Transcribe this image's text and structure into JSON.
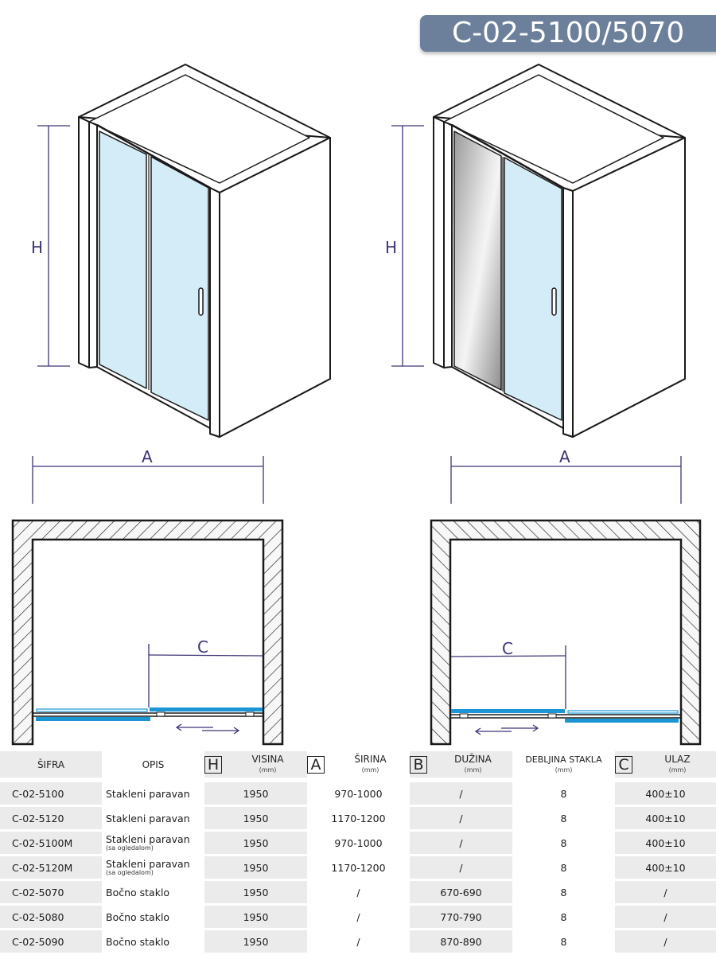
{
  "title": "C-02-5100/5070",
  "colors": {
    "title_badge_bg": "#6c7f9b",
    "glass": "#d4ecf7",
    "glass_plan": "#1a96d4",
    "dimension_line": "#3b3577",
    "table_gray": "#ebebeb"
  },
  "drawings": {
    "left_iso": {
      "height_label": "H",
      "width_label": "A",
      "door_type": "clear glass sliding door"
    },
    "right_iso": {
      "height_label": "H",
      "width_label": "A",
      "door_type": "mirror fixed panel + clear glass sliding door"
    },
    "left_plan": {
      "entry_label": "C",
      "arrow": "slide left/right"
    },
    "right_plan": {
      "entry_label": "C",
      "arrow": "slide left/right"
    }
  },
  "table": {
    "headers": [
      {
        "label": "ŠIFRA",
        "icon": "",
        "unit": ""
      },
      {
        "label": "OPIS",
        "icon": "",
        "unit": ""
      },
      {
        "label": "VISINA",
        "icon": "H",
        "unit": "(mm)"
      },
      {
        "label": "ŠIRINA",
        "icon": "A",
        "unit": "(mm)"
      },
      {
        "label": "DUŽINA",
        "icon": "B",
        "unit": "(mm)"
      },
      {
        "label": "DEBLJINA STAKLA",
        "icon": "",
        "unit": "(mm)"
      },
      {
        "label": "ULAZ",
        "icon": "C",
        "unit": "(mm)"
      }
    ],
    "rows": [
      {
        "sifra": "C-02-5100",
        "opis": "Stakleni paravan",
        "opis_sub": "",
        "visina": "1950",
        "sirina": "970-1000",
        "duzina": "/",
        "debljina": "8",
        "ulaz": "400±10"
      },
      {
        "sifra": "C-02-5120",
        "opis": "Stakleni paravan",
        "opis_sub": "",
        "visina": "1950",
        "sirina": "1170-1200",
        "duzina": "/",
        "debljina": "8",
        "ulaz": "400±10"
      },
      {
        "sifra": "C-02-5100M",
        "opis": "Stakleni paravan",
        "opis_sub": "(sa ogledalom)",
        "visina": "1950",
        "sirina": "970-1000",
        "duzina": "/",
        "debljina": "8",
        "ulaz": "400±10"
      },
      {
        "sifra": "C-02-5120M",
        "opis": "Stakleni paravan",
        "opis_sub": "(sa ogledalom)",
        "visina": "1950",
        "sirina": "1170-1200",
        "duzina": "/",
        "debljina": "8",
        "ulaz": "400±10"
      },
      {
        "sifra": "C-02-5070",
        "opis": "Bočno staklo",
        "opis_sub": "",
        "visina": "1950",
        "sirina": "/",
        "duzina": "670-690",
        "debljina": "8",
        "ulaz": "/"
      },
      {
        "sifra": "C-02-5080",
        "opis": "Bočno staklo",
        "opis_sub": "",
        "visina": "1950",
        "sirina": "/",
        "duzina": "770-790",
        "debljina": "8",
        "ulaz": "/"
      },
      {
        "sifra": "C-02-5090",
        "opis": "Bočno staklo",
        "opis_sub": "",
        "visina": "1950",
        "sirina": "/",
        "duzina": "870-890",
        "debljina": "8",
        "ulaz": "/"
      }
    ]
  }
}
